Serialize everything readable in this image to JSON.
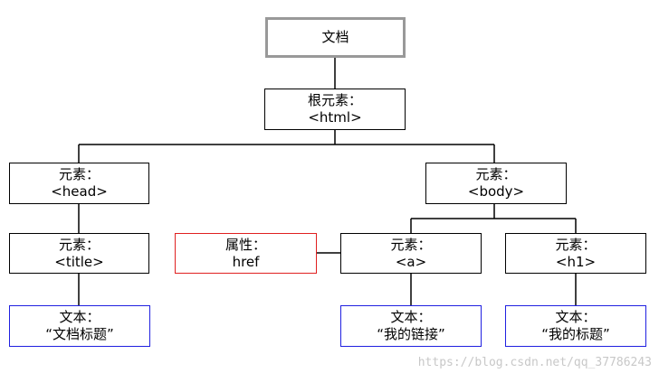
{
  "nodes": {
    "document": {
      "line1": "文档",
      "line2": ""
    },
    "root": {
      "line1": "根元素：",
      "line2": "<html>"
    },
    "head": {
      "line1": "元素：",
      "line2": "<head>"
    },
    "body": {
      "line1": "元素：",
      "line2": "<body>"
    },
    "title": {
      "line1": "元素：",
      "line2": "<title>"
    },
    "attr": {
      "line1": "属性：",
      "line2": "href"
    },
    "a": {
      "line1": "元素：",
      "line2": "<a>"
    },
    "h1": {
      "line1": "元素：",
      "line2": "<h1>"
    },
    "text_title": {
      "line1": "文本：",
      "line2": "“文档标题”"
    },
    "text_link": {
      "line1": "文本：",
      "line2": "“我的链接”"
    },
    "text_heading": {
      "line1": "文本：",
      "line2": "“我的标题”"
    }
  },
  "colors": {
    "document_border": "#999999",
    "element_border": "#000000",
    "attribute_border": "#e02020",
    "text_border": "#2020e0",
    "connector": "#000000"
  },
  "watermark": "https://blog.csdn.net/qq_37786243"
}
